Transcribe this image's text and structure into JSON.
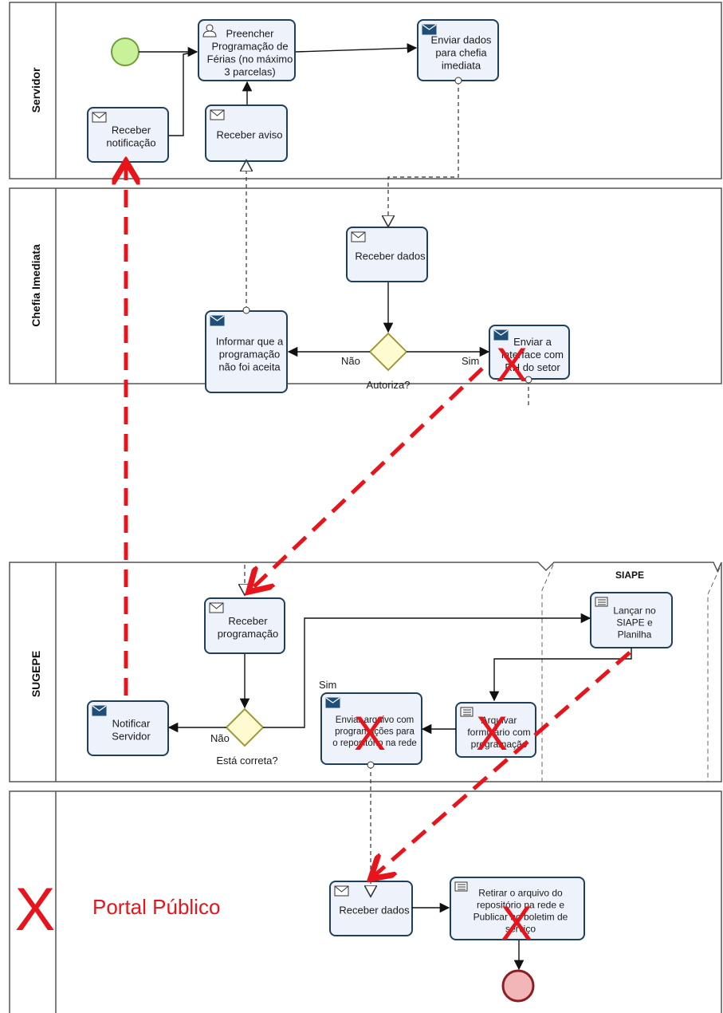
{
  "lanes": {
    "servidor": "Servidor",
    "chefia": "Chefia Imediata",
    "sugepe": "SUGEPE",
    "siape": "SIAPE",
    "portal": "Portal Público"
  },
  "tasks": {
    "preencher": [
      "Preencher",
      "Programação de",
      "Férias (no máximo",
      "3 parcelas)"
    ],
    "enviar_dados_chefia": [
      "Enviar dados",
      "para chefia",
      "imediata"
    ],
    "receber_notificacao": [
      "Receber",
      "notificação"
    ],
    "receber_aviso": [
      "Receber aviso"
    ],
    "receber_dados_chefia": [
      "Receber  dados"
    ],
    "informar": [
      "Informar que  a",
      "programação",
      "não foi aceita"
    ],
    "enviar_interface": [
      "Enviar a",
      "interface com",
      "RH do setor"
    ],
    "receber_programacao": [
      "Receber",
      "programação"
    ],
    "lancar_siape": [
      "Lançar no",
      "SIAPE e",
      "Planilha"
    ],
    "notificar_servidor": [
      "Notificar",
      "Servidor"
    ],
    "enviar_arquivo": [
      "Enviar arquivo com",
      "programações para",
      "o repositório na rede"
    ],
    "arquivar": [
      "Arquivar",
      "formulário com",
      "programação"
    ],
    "receber_dados_portal": [
      "Receber dados"
    ],
    "retirar_publicar": [
      "Retirar o arquivo do",
      "repositório na rede e",
      "Publicar no boletim de",
      "serviço"
    ]
  },
  "gateways": {
    "autoriza": "Autoriza?",
    "esta_correta": "Está correta?"
  },
  "flow_labels": {
    "nao_1": "Não",
    "sim_1": "Sim",
    "nao_2": "Não",
    "sim_2": "Sim"
  },
  "annotations": {
    "x_mark": "X"
  },
  "colors": {
    "annotation_red": "#e8141b",
    "task_border": "#1f3f5a",
    "start_event": "#c8f29a",
    "end_event": "#f2b5b8"
  }
}
